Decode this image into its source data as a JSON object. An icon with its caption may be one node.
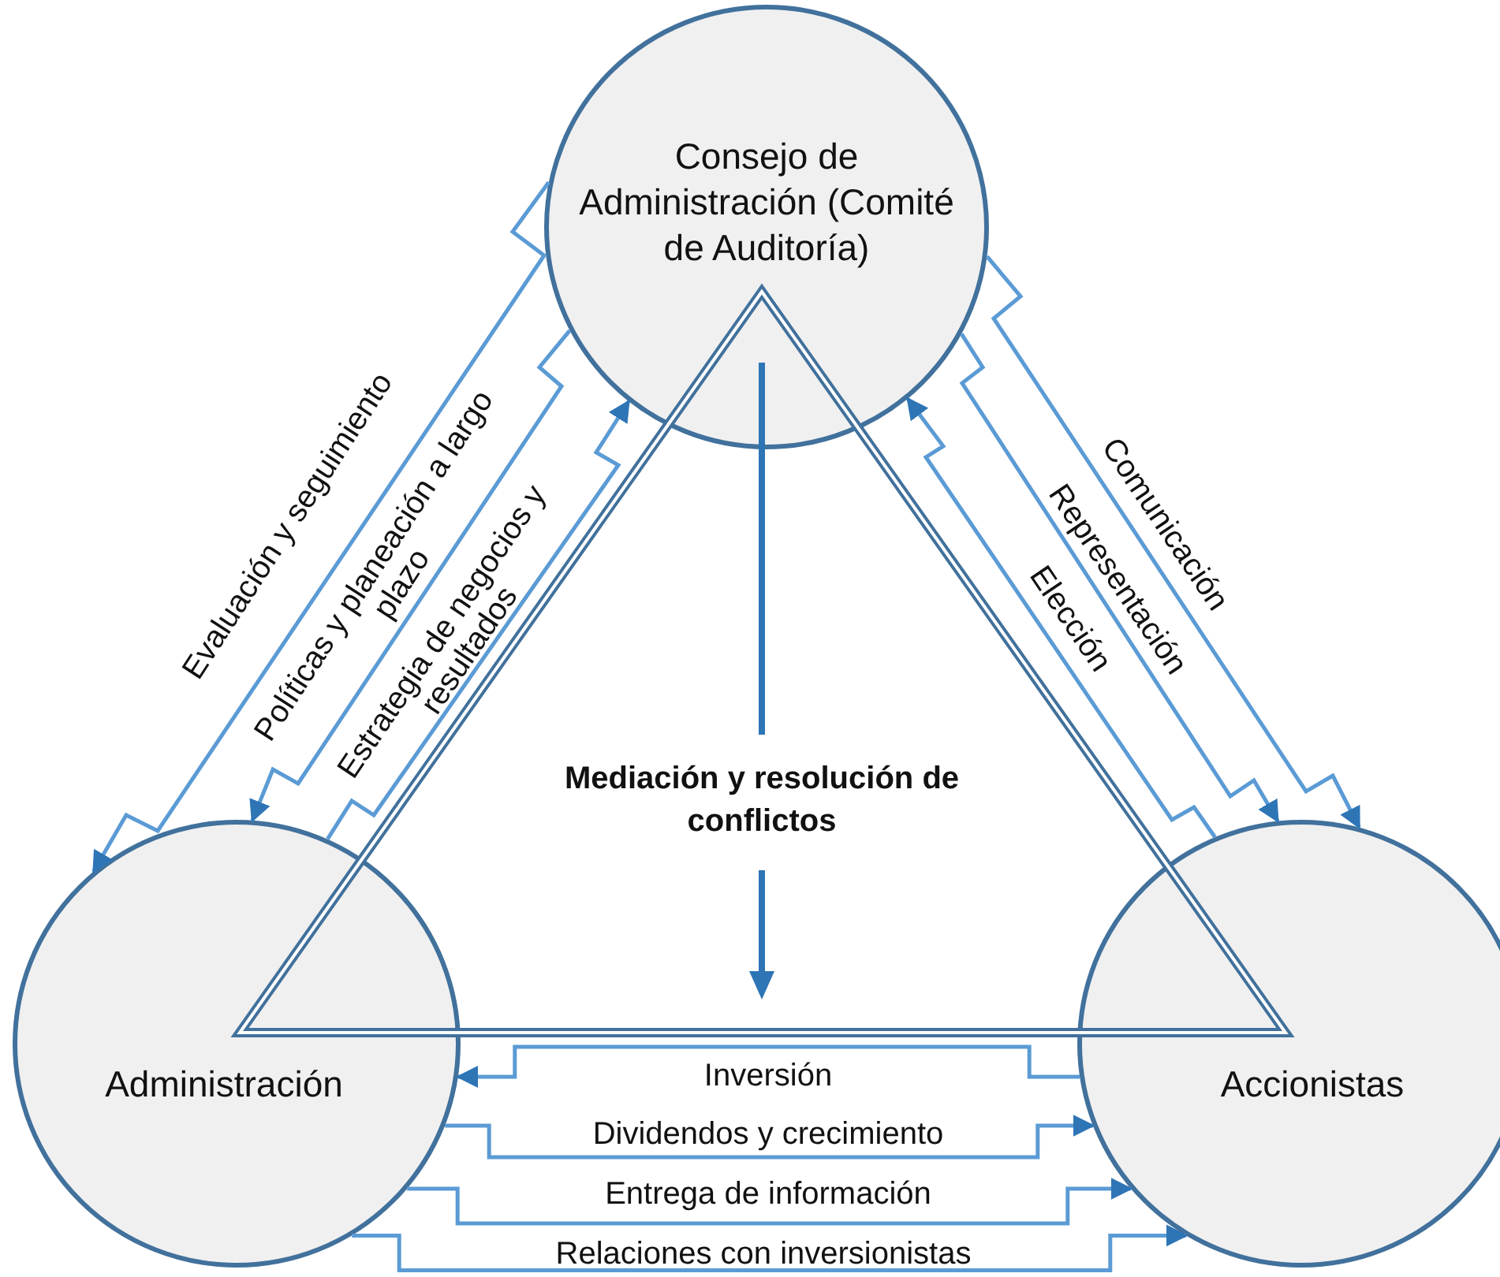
{
  "diagram": {
    "nodes": [
      {
        "text": [
          "Consejo de Administración (Comité de Auditoría)"
        ]
      },
      {
        "text": [
          "Administración"
        ]
      },
      {
        "text": [
          "Accionistas"
        ]
      }
    ],
    "edges": [
      {
        "from": 0,
        "to": 1,
        "arrow": "to",
        "label": "Evaluación y seguimiento"
      },
      {
        "from": 0,
        "to": 1,
        "arrow": "to",
        "label": "Políticas y planeación a largo plazo"
      },
      {
        "from": 1,
        "to": 0,
        "arrow": "to",
        "label": "Estrategia de negocios y resultados"
      },
      {
        "from": 0,
        "to": 2,
        "arrow": "to",
        "label": "Comunicación"
      },
      {
        "from": 0,
        "to": 2,
        "arrow": "to",
        "label": "Representación"
      },
      {
        "from": 2,
        "to": 0,
        "arrow": "to",
        "label": "Elección"
      },
      {
        "from": 2,
        "to": 1,
        "arrow": "to",
        "label": "Inversión"
      },
      {
        "from": 1,
        "to": 2,
        "arrow": "to",
        "label": "Dividendos y crecimiento"
      },
      {
        "from": 1,
        "to": 2,
        "arrow": "to",
        "label": "Entrega de información"
      },
      {
        "from": 1,
        "to": 2,
        "arrow": "to",
        "label": "Relaciones con inversionistas"
      }
    ],
    "labels": [
      "Mediación y resolución de conflictos"
    ]
  }
}
